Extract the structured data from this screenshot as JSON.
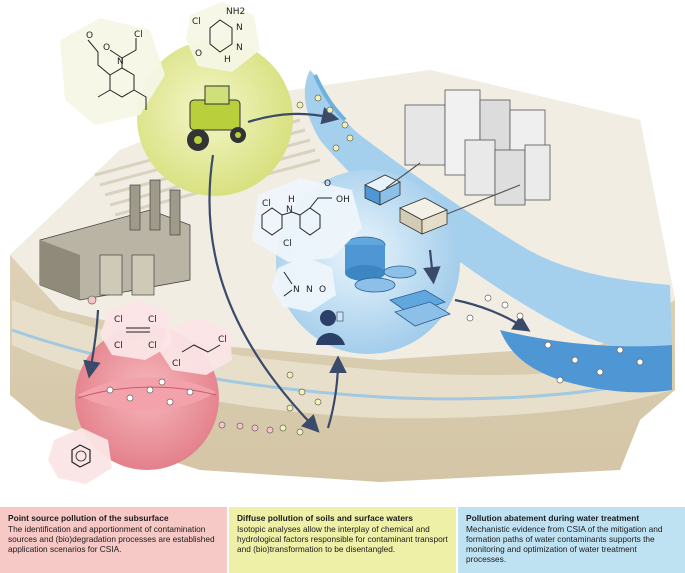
{
  "molecules": {
    "metolachlor": {
      "atoms": [
        "O",
        "Cl",
        "O",
        "N"
      ]
    },
    "chloridazon": {
      "atoms": [
        "Cl",
        "NH2",
        "N",
        "N",
        "H",
        "O"
      ]
    },
    "diclofenac": {
      "atoms": [
        "Cl",
        "H",
        "N",
        "Cl",
        "O",
        "OH"
      ]
    },
    "ndma": {
      "atoms": [
        "N",
        "N",
        "O"
      ]
    },
    "tce": {
      "atoms": [
        "Cl",
        "Cl",
        "Cl",
        "Cl"
      ]
    },
    "dce": {
      "atoms": [
        "Cl",
        "Cl"
      ]
    },
    "benzene": {
      "atoms": []
    }
  },
  "panels": {
    "point_source": {
      "title": "Point source pollution of the subsurface",
      "body": "The identification and apportionment of contamination sources and (bio)degradation processes are established application scenarios for CSIA."
    },
    "diffuse": {
      "title": "Diffuse pollution of soils and surface waters",
      "body": "Isotopic analyses allow the interplay of chemical and hydrological factors responsible for contaminant transport and (bio)transformation to be disentangled."
    },
    "abatement": {
      "title": "Pollution abatement during water treatment",
      "body": "Mechanistic evidence from CSIA of the mitigation and formation paths of water contaminants supports the monitoring and optimization of water treatment processes."
    }
  },
  "colors": {
    "red_panel": "#f6c8c6",
    "yellow_panel": "#eef0a8",
    "blue_panel": "#bfe2f3",
    "ground": "#efeadd",
    "water": "#8fc3e6",
    "arrow": "#3b4a6b"
  }
}
